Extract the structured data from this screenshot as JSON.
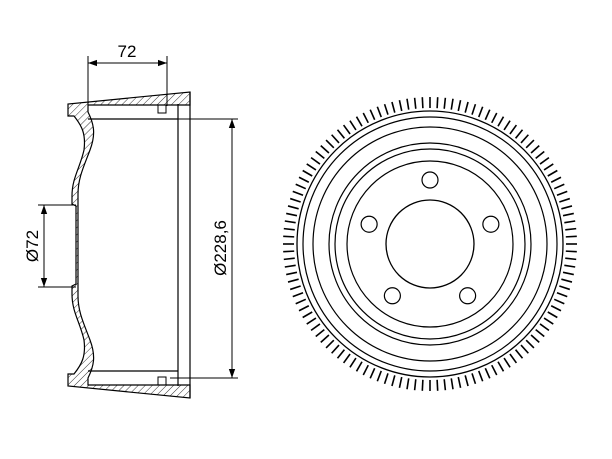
{
  "dimensions": {
    "width_label": "72",
    "bore_label": "Ø72",
    "drum_label": "Ø228,6"
  },
  "front_view": {
    "bolt_holes": 5,
    "cooling_fins": 120
  },
  "colors": {
    "line": "#000000",
    "background": "#ffffff"
  }
}
